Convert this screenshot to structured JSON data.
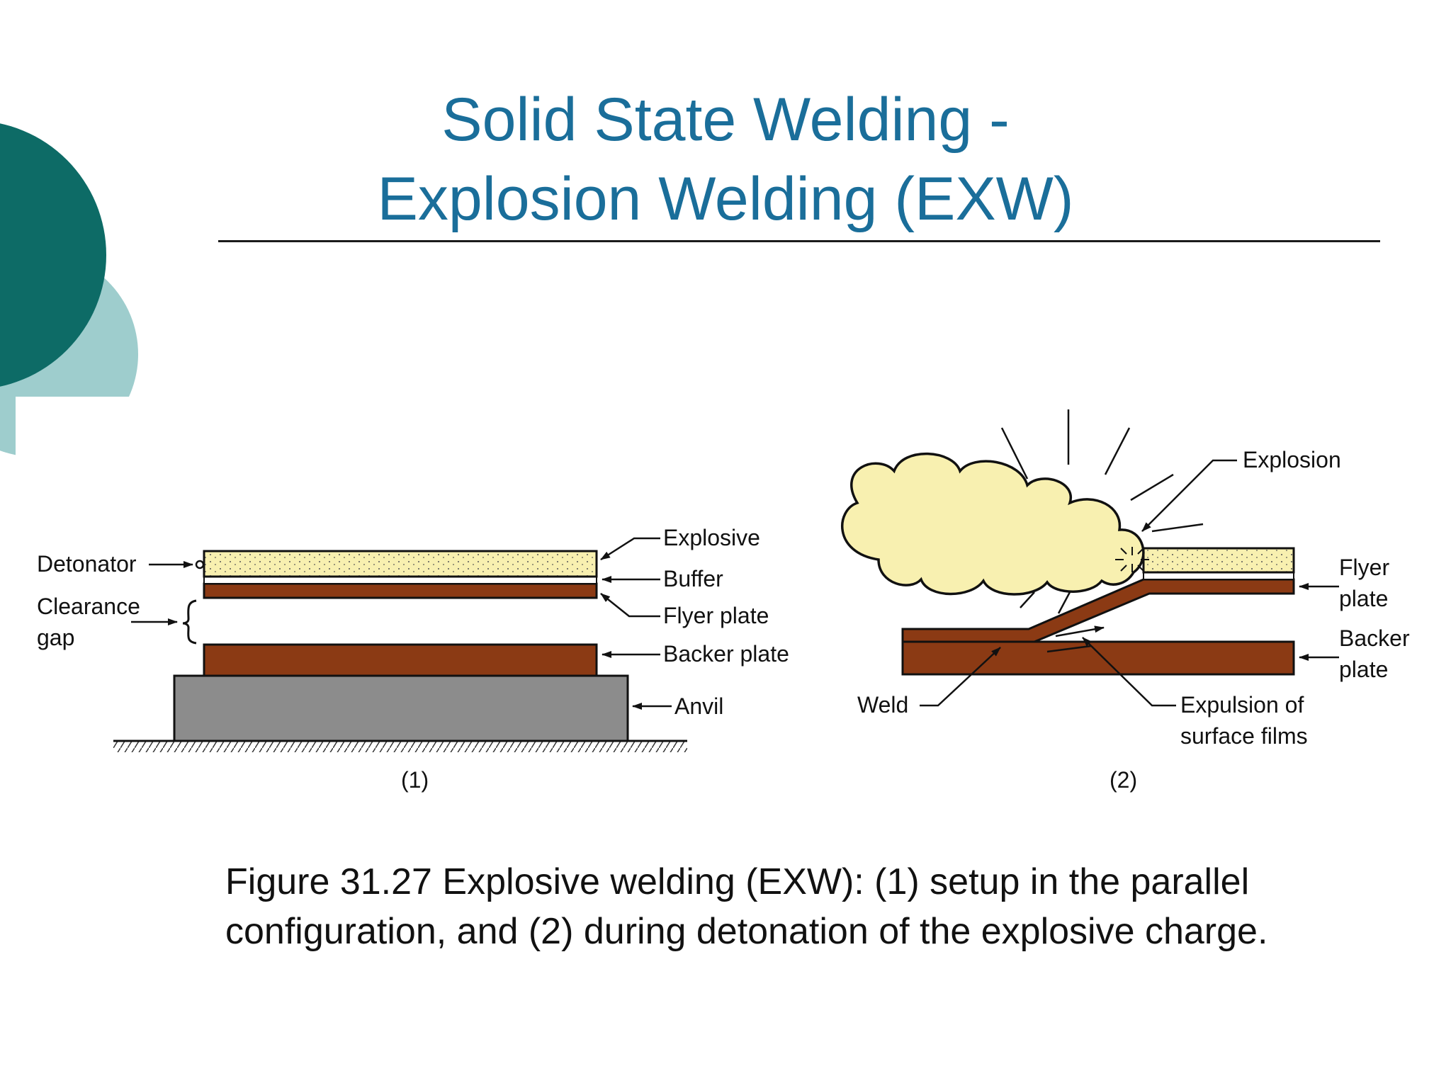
{
  "slide": {
    "title_line1": "Solid State Welding -",
    "title_line2": "Explosion Welding (EXW)",
    "colors": {
      "title": "#1a6e9a",
      "deco_dark": "#0d6b66",
      "deco_light": "#9ecdcd",
      "explosive": "#f8f0b0",
      "plate": "#8b3a14",
      "anvil": "#8c8c8c"
    }
  },
  "figure": {
    "panel1": {
      "label": "(1)",
      "labels": {
        "detonator": "Detonator",
        "clearance": "Clearance",
        "gap": "gap",
        "explosive": "Explosive",
        "buffer": "Buffer",
        "flyer_plate": "Flyer plate",
        "backer_plate": "Backer plate",
        "anvil": "Anvil"
      }
    },
    "panel2": {
      "label": "(2)",
      "labels": {
        "explosion": "Explosion",
        "flyer": "Flyer",
        "flyer_plate_word": "plate",
        "backer": "Backer",
        "backer_plate_word": "plate",
        "weld": "Weld",
        "expulsion_line1": "Expulsion of",
        "expulsion_line2": "surface films"
      }
    }
  },
  "caption": "Figure 31.27  Explosive welding (EXW): (1) setup in the parallel configuration, and (2) during detonation of the explosive charge."
}
